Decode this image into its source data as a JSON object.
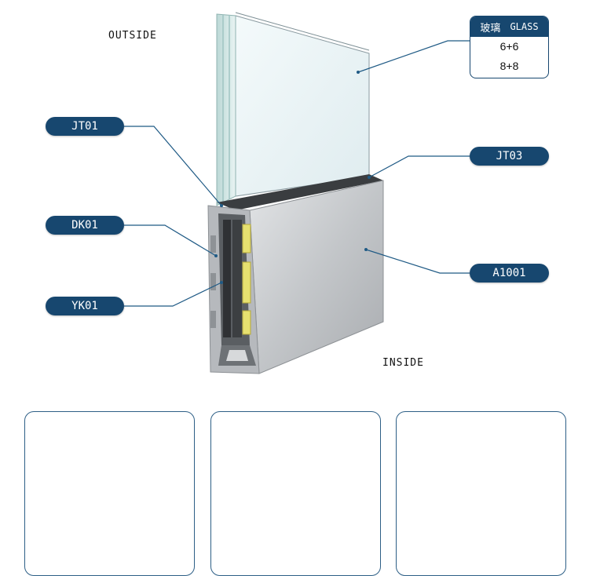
{
  "labels": {
    "outside": "OUTSIDE",
    "inside": "INSIDE"
  },
  "glass_spec": {
    "title_cn": "玻璃",
    "title_en": "GLASS",
    "values": [
      "6+6",
      "8+8"
    ]
  },
  "parts": {
    "jt01": "JT01",
    "dk01": "DK01",
    "yk01": "YK01",
    "jt03": "JT03",
    "a1001": "A1001"
  },
  "colors": {
    "label_bg": "#17476f",
    "leader_line": "#1f5a85",
    "aluminum": "#c9cbce",
    "gasket": "#e6e070",
    "glass_tint": "#dfeef2"
  }
}
